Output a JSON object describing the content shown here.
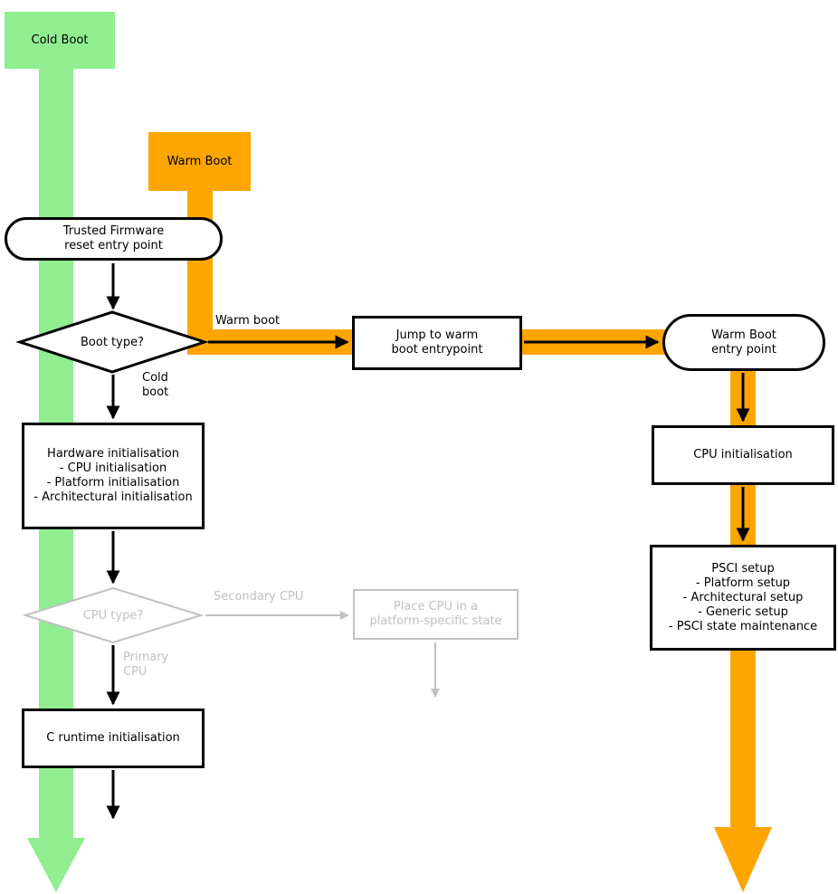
{
  "colors": {
    "cold_boot_green": "#90ee90",
    "warm_boot_orange": "#ffa500",
    "inactive_gray": "#c0c0c0",
    "line_black": "#000000"
  },
  "nodes": {
    "cold_boot": {
      "label": "Cold Boot"
    },
    "warm_boot": {
      "label": "Warm Boot"
    },
    "reset_entry": {
      "line1": "Trusted Firmware",
      "line2": "reset entry point"
    },
    "boot_type": {
      "label": "Boot type?"
    },
    "jump_warm": {
      "line1": "Jump to warm",
      "line2": "boot entrypoint"
    },
    "warm_entry": {
      "line1": "Warm Boot",
      "line2": "entry point"
    },
    "hardware_init": {
      "title": "Hardware initialisation",
      "items": [
        "- CPU initialisation",
        "- Platform initialisation",
        "- Architectural initialisation"
      ]
    },
    "cpu_init": {
      "label": "CPU initialisation"
    },
    "psci_setup": {
      "title": "PSCI setup",
      "items": [
        "- Platform setup",
        "- Architectural setup",
        "- Generic setup",
        "- PSCI state maintenance"
      ]
    },
    "cpu_type": {
      "label": "CPU type?"
    },
    "place_cpu": {
      "line1": "Place CPU in a",
      "line2": "platform-specific state"
    },
    "c_runtime": {
      "label": "C runtime initialisation"
    }
  },
  "edge_labels": {
    "warm_boot": "Warm boot",
    "cold_line1": "Cold",
    "cold_line2": "boot",
    "secondary_cpu": "Secondary CPU",
    "primary_line1": "Primary",
    "primary_line2": "CPU"
  }
}
